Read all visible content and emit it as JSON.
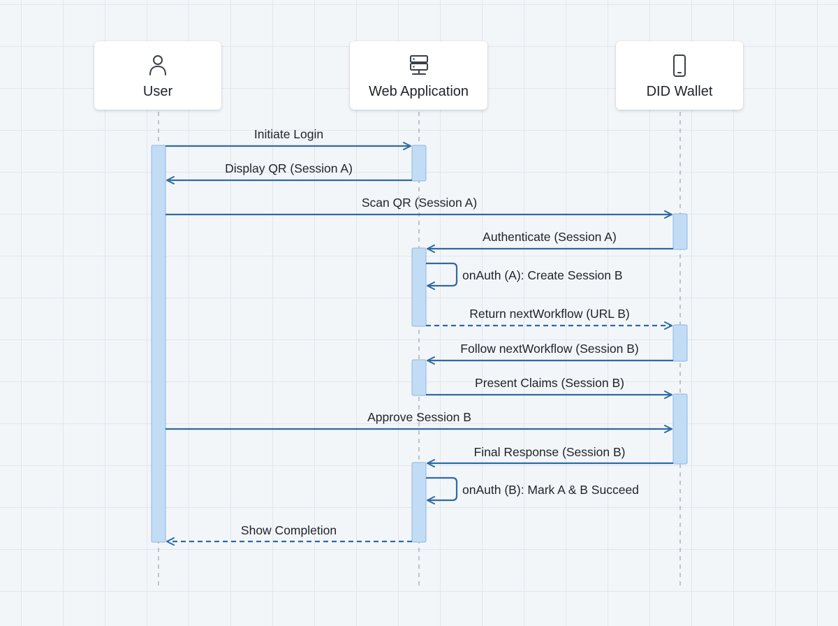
{
  "participants": [
    {
      "id": "user",
      "label": "User",
      "icon": "person-icon"
    },
    {
      "id": "web",
      "label": "Web Application",
      "icon": "server-icon"
    },
    {
      "id": "wallet",
      "label": "DID Wallet",
      "icon": "phone-icon"
    }
  ],
  "messages": [
    {
      "from": "user",
      "to": "web",
      "label": "Initiate Login",
      "style": "solid"
    },
    {
      "from": "web",
      "to": "user",
      "label": "Display QR (Session A)",
      "style": "solid"
    },
    {
      "from": "user",
      "to": "wallet",
      "label": "Scan QR (Session A)",
      "style": "solid"
    },
    {
      "from": "wallet",
      "to": "web",
      "label": "Authenticate (Session A)",
      "style": "solid"
    },
    {
      "from": "web",
      "to": "web",
      "label": "onAuth (A): Create Session B",
      "style": "solid"
    },
    {
      "from": "web",
      "to": "wallet",
      "label": "Return nextWorkflow (URL B)",
      "style": "dashed"
    },
    {
      "from": "wallet",
      "to": "web",
      "label": "Follow nextWorkflow (Session B)",
      "style": "solid"
    },
    {
      "from": "web",
      "to": "wallet",
      "label": "Present Claims (Session B)",
      "style": "solid"
    },
    {
      "from": "user",
      "to": "wallet",
      "label": "Approve Session B",
      "style": "solid"
    },
    {
      "from": "wallet",
      "to": "web",
      "label": "Final Response (Session B)",
      "style": "solid"
    },
    {
      "from": "web",
      "to": "web",
      "label": "onAuth (B): Mark A & B Succeed",
      "style": "solid"
    },
    {
      "from": "web",
      "to": "user",
      "label": "Show Completion",
      "style": "dashed"
    }
  ],
  "colors": {
    "arrow": "#2f6aa5",
    "activation_fill": "#c3dcf6",
    "activation_stroke": "#8fb6e0",
    "lifeline": "#9aa3ad"
  }
}
